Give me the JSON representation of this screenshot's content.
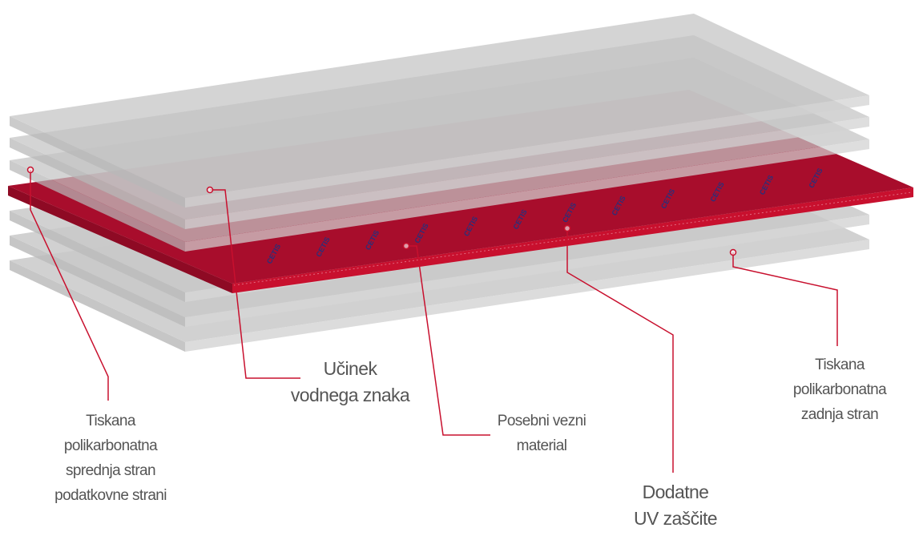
{
  "diagram": {
    "microtext": "CETIS",
    "colors": {
      "accent": "#c8102e",
      "red_face": "#a80d2c",
      "layer_gray": "#c4c4c4",
      "text": "#555555"
    },
    "labels": {
      "front_side": [
        "Tiskana",
        "polikarbonatna",
        "sprednja stran",
        "podatkovne strani"
      ],
      "watermark": [
        "Učinek",
        "vodnega znaka"
      ],
      "bonding": [
        "Posebni vezni",
        "material"
      ],
      "uv": [
        "Dodatne",
        "UV zaščite"
      ],
      "back_side": [
        "Tiskana",
        "polikarbonatna",
        "zadnja stran"
      ]
    }
  }
}
